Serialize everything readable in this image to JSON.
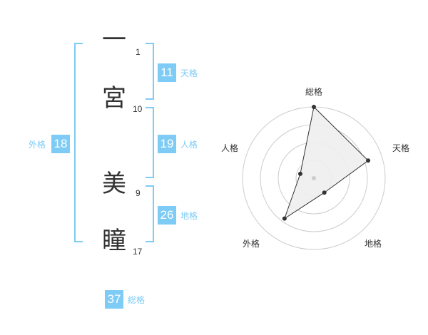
{
  "colors": {
    "accent": "#7ecbf5",
    "text": "#333333",
    "grid": "#cccccc",
    "fill": "#eeeeee",
    "point": "#333333"
  },
  "name": {
    "characters": [
      {
        "char": "一",
        "strokes": "1"
      },
      {
        "char": "宮",
        "strokes": "10"
      },
      {
        "char": "美",
        "strokes": "9"
      },
      {
        "char": "瞳",
        "strokes": "17"
      }
    ]
  },
  "fortunes": {
    "tenkaku": {
      "label": "天格",
      "value": "11"
    },
    "jinkaku": {
      "label": "人格",
      "value": "19"
    },
    "chikaku": {
      "label": "地格",
      "value": "26"
    },
    "gaikaku": {
      "label": "外格",
      "value": "18"
    },
    "soukaku": {
      "label": "総格",
      "value": "37"
    }
  },
  "chart_data": {
    "type": "radar",
    "axes": [
      "総格",
      "天格",
      "地格",
      "外格",
      "人格"
    ],
    "rings": 4,
    "series": [
      {
        "values": [
          1.0,
          0.8,
          0.25,
          0.7,
          0.2
        ]
      }
    ]
  }
}
